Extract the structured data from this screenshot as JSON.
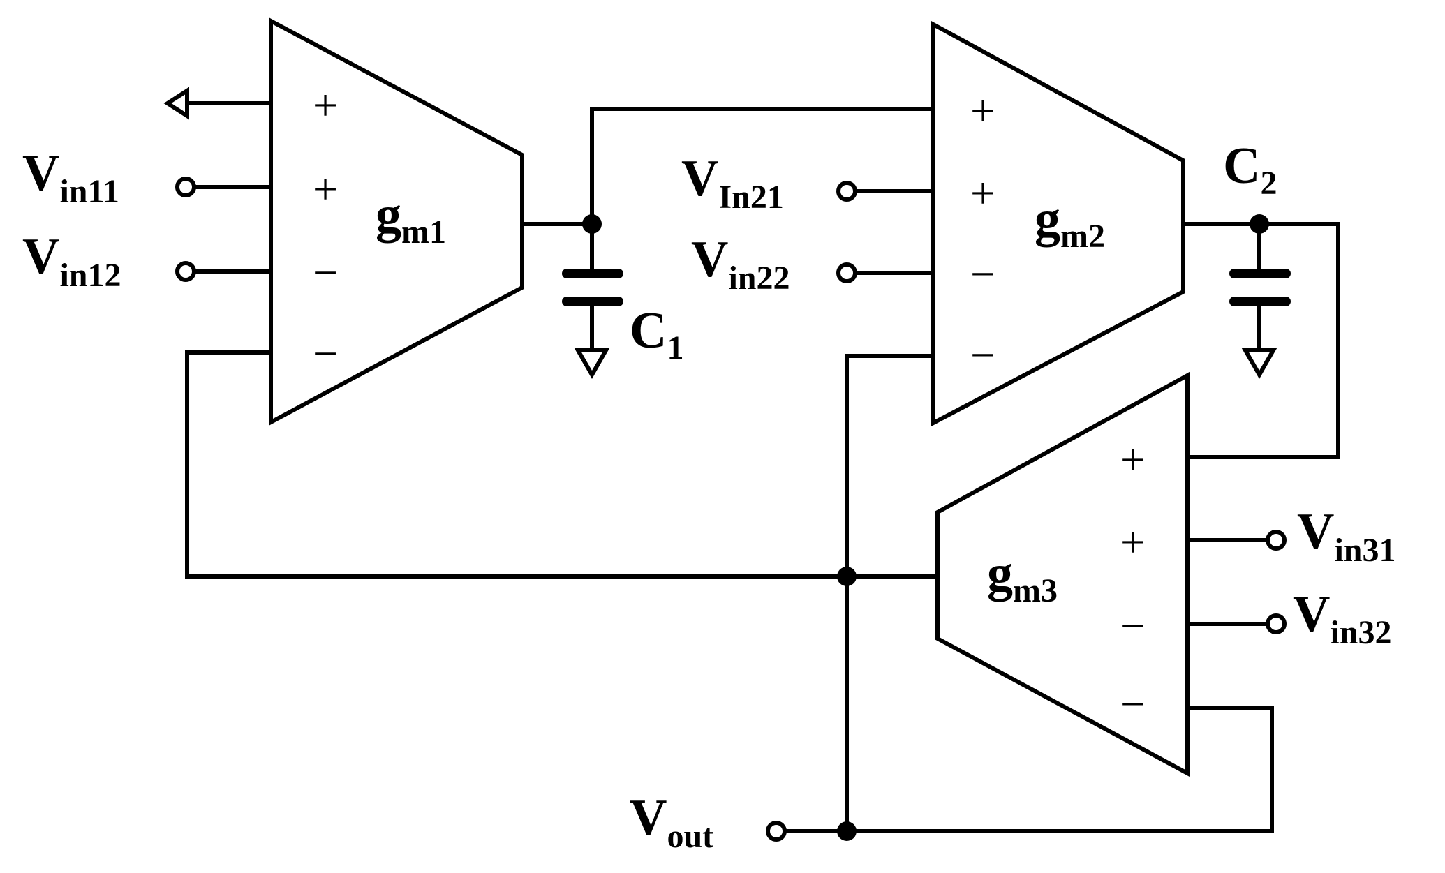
{
  "blocks": {
    "gm1": {
      "base": "g",
      "sub": "m1",
      "inputs": [
        "+",
        "+",
        "−",
        "−"
      ]
    },
    "gm2": {
      "base": "g",
      "sub": "m2",
      "inputs": [
        "+",
        "+",
        "−",
        "−"
      ]
    },
    "gm3": {
      "base": "g",
      "sub": "m3",
      "inputs": [
        "+",
        "+",
        "−",
        "−"
      ]
    }
  },
  "terminals": {
    "vin11": {
      "base": "V",
      "sub": "in11"
    },
    "vin12": {
      "base": "V",
      "sub": "in12"
    },
    "vin21": {
      "base": "V",
      "sub": "In21"
    },
    "vin22": {
      "base": "V",
      "sub": "in22"
    },
    "vin31": {
      "base": "V",
      "sub": "in31"
    },
    "vin32": {
      "base": "V",
      "sub": "in32"
    },
    "vout": {
      "base": "V",
      "sub": "out"
    }
  },
  "capacitors": {
    "c1": {
      "base": "C",
      "sub": "1"
    },
    "c2": {
      "base": "C",
      "sub": "2"
    }
  },
  "colors": {
    "stroke": "#000000",
    "background": "#ffffff"
  }
}
